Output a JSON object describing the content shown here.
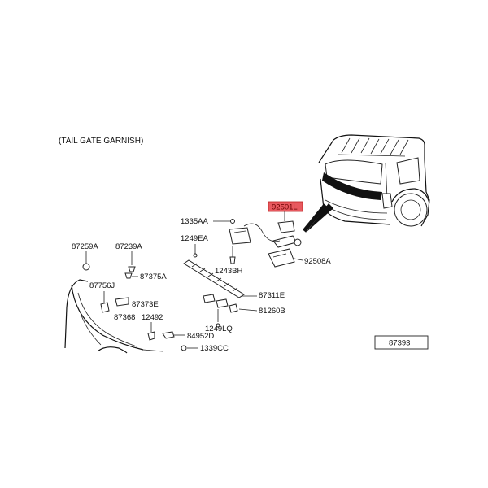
{
  "header": "(TAIL GATE GARNISH)",
  "highlight_color": "#e8595f",
  "labels": {
    "p1335AA": "1335AA",
    "p1249EA": "1249EA",
    "p1243BH": "1243BH",
    "pHighlighted": "92501L",
    "p92508A": "92508A",
    "p87259A": "87259A",
    "p87239A": "87239A",
    "p87375A": "87375A",
    "p87756J": "87756J",
    "p87373E": "87373E",
    "p87368": "87368",
    "p12492": "12492",
    "p84952D": "84952D",
    "p1339CC": "1339CC",
    "p87311E": "87311E",
    "p81260B": "81260B",
    "p1249LQ": "1249LQ",
    "p87393": "87393"
  },
  "icons": [
    "car-rear-icon",
    "license-lamp-icon",
    "garnish-bar-icon",
    "screw-icon",
    "clip-icon",
    "arrow-icon"
  ]
}
